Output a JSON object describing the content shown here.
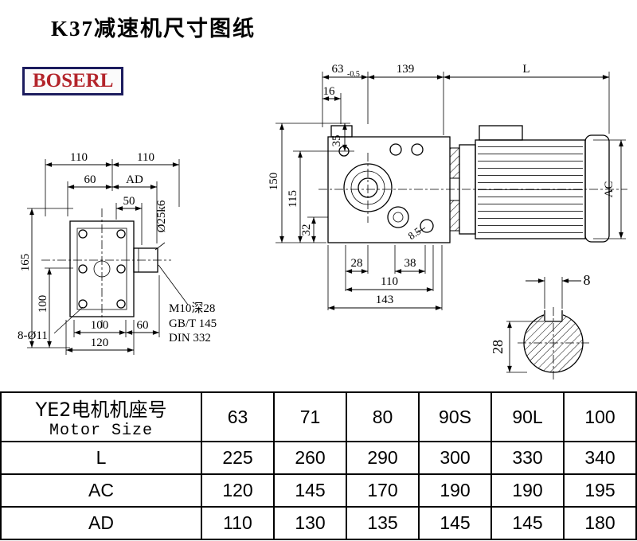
{
  "page": {
    "title": "K37减速机尺寸图纸",
    "logo_text": "BOSERL"
  },
  "colors": {
    "logo_text": "#b3242a",
    "logo_border": "#1c1c5e",
    "line": "#000000",
    "background": "#ffffff"
  },
  "front_view": {
    "dim_110_left": "110",
    "dim_110_right": "110",
    "dim_60_top": "60",
    "dim_AD": "AD",
    "dim_50": "50",
    "shaft_label": "Ø25k6",
    "dim_165": "165",
    "dim_100_left": "100",
    "holes_label": "8-Ø11",
    "dim_100_bottom": "100",
    "dim_60_bottom": "60",
    "dim_120": "120",
    "note_line1": "M10深28",
    "note_line2": "GB/T 145",
    "note_line3": "DIN 332"
  },
  "side_view": {
    "dim_63": "63",
    "dim_63_tol": "-0.5",
    "dim_139": "139",
    "dim_L": "L",
    "dim_16": "16",
    "dim_150": "150",
    "dim_115": "115",
    "dim_35": "35",
    "dim_32": "32",
    "dim_28": "28",
    "dim_38": "38",
    "dim_8_5": "8.5",
    "dim_110": "110",
    "dim_143": "143",
    "dim_AC": "AC"
  },
  "shaft_section": {
    "dim_8": "8",
    "dim_28": "28"
  },
  "table": {
    "header_label_cn": "YE2电机机座号",
    "header_label_en": "Motor Size",
    "motor_sizes": [
      "63",
      "71",
      "80",
      "90S",
      "90L",
      "100"
    ],
    "rows": [
      {
        "label": "L",
        "values": [
          "225",
          "260",
          "290",
          "300",
          "330",
          "340"
        ]
      },
      {
        "label": "AC",
        "values": [
          "120",
          "145",
          "170",
          "190",
          "190",
          "195"
        ]
      },
      {
        "label": "AD",
        "values": [
          "110",
          "130",
          "135",
          "145",
          "145",
          "180"
        ]
      }
    ]
  }
}
